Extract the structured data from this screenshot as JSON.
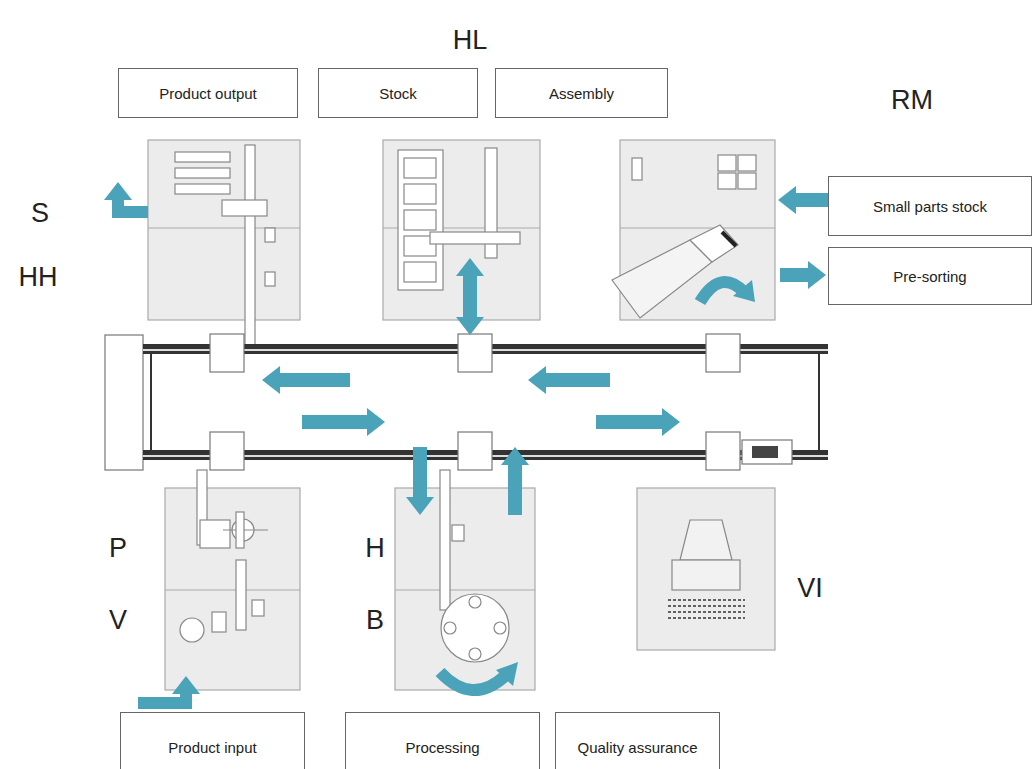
{
  "diagram": {
    "nodes": [
      {
        "text": [
          "Product output"
        ]
      },
      {
        "text": [
          "Stock"
        ]
      },
      {
        "text": [
          "Assembly"
        ]
      },
      {
        "text": [
          "Small parts stock"
        ]
      },
      {
        "text": [
          "Pre-sorting"
        ]
      },
      {
        "text": [
          "Product input"
        ]
      },
      {
        "text": [
          "Processing"
        ]
      },
      {
        "text": [
          "Quality assurance"
        ]
      }
    ],
    "labels": [
      "HL",
      "RM",
      "S",
      "HH",
      "P",
      "V",
      "H",
      "B",
      "VI"
    ]
  }
}
